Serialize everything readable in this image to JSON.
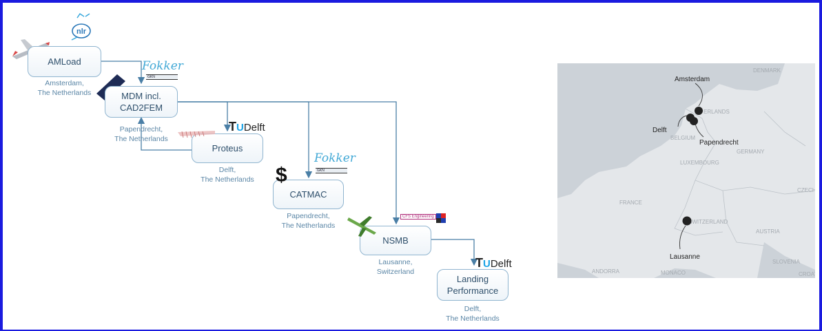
{
  "diagram": {
    "nodes": [
      {
        "id": "amload",
        "label": "AMLoad",
        "location": "Amsterdam,\nThe Netherlands"
      },
      {
        "id": "mdm",
        "label": "MDM incl.\nCAD2FEM",
        "location": "Papendrecht,\nThe Netherlands"
      },
      {
        "id": "proteus",
        "label": "Proteus",
        "location": "Delft,\nThe Netherlands"
      },
      {
        "id": "catmac",
        "label": "CATMAC",
        "location": "Papendrecht,\nThe Netherlands"
      },
      {
        "id": "nsmb",
        "label": "NSMB",
        "location": "Lausanne,\nSwitzerland"
      },
      {
        "id": "landing",
        "label": "Landing\nPerformance",
        "location": "Delft,\nThe Netherlands"
      }
    ],
    "logos": {
      "nlr": "nlr",
      "fokker_1": "Fokker",
      "fokker_2": "Fokker",
      "tudelft_t": "T",
      "tudelft_u": "U",
      "tudelft_rest": "Delft",
      "cfs": "CFS Engineering",
      "dollar": "$",
      "gkn": "GKN"
    },
    "icons": [
      "airplane-icon",
      "solar-panel-icon",
      "wing-section-icon",
      "green-aircraft-icon",
      "dollar-icon"
    ]
  },
  "map": {
    "cities": {
      "amsterdam": "Amsterdam",
      "delft": "Delft",
      "papendrecht": "Papendrecht",
      "lausanne": "Lausanne"
    },
    "countries": {
      "belgium": "BELGIUM",
      "luxembourg": "LUXEMBOURG",
      "germany": "GERMANY",
      "france": "FRANCE",
      "switzerland": "SWITZERLAND",
      "austria": "AUSTRIA",
      "czech": "CZECHI",
      "slovenia": "SLOVENIA",
      "croatia": "CROATI",
      "andorra": "ANDORRA",
      "monaco": "MONACO",
      "denmark": "DENMARK",
      "netherlands": "ERLANDS"
    }
  },
  "colors": {
    "connector": "#4a7fa6",
    "box_border": "#8fb4cf",
    "frame": "#1a1adf",
    "tud_accent": "#1aa3e6",
    "fokker": "#43a9d6"
  }
}
